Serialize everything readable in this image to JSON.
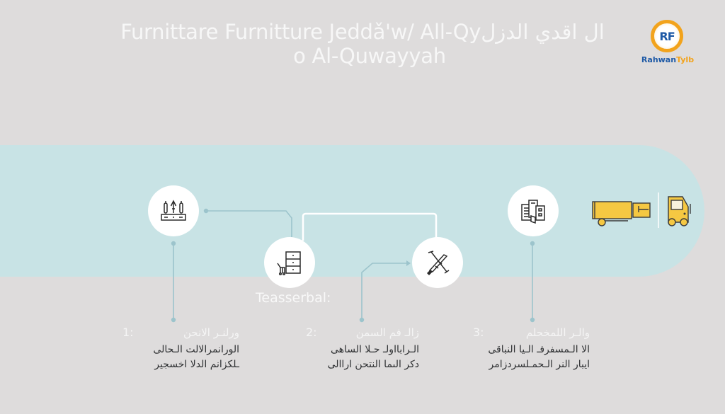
{
  "header": {
    "title_line1": "Furnittare Furnitture Jeddǎ'w/ All-Qyال اقدي الدزل",
    "title_line2": "o Al-Quwayyah"
  },
  "logo": {
    "monogram": "RF",
    "name_part1": "Rahwan",
    "name_part2": "Tylb",
    "ring_color": "#f2a31c",
    "text_color": "#1f5aa6"
  },
  "diagram": {
    "band_color": "#c8e3e5",
    "connector_color": "#9cc4cc",
    "highlight_connector_color": "#ffffff",
    "nodes": [
      {
        "id": "n1",
        "icon": "disassembly-tools-icon"
      },
      {
        "id": "n2",
        "icon": "cabinet-dolly-icon"
      },
      {
        "id": "n3",
        "icon": "crossed-tools-icon"
      },
      {
        "id": "n4",
        "icon": "documents-icon"
      }
    ],
    "vehicles": {
      "icon": "moving-trucks-icon",
      "color": "#f5c842"
    },
    "subtitle": "Teasserbal:"
  },
  "steps": [
    {
      "number": "1:",
      "heading": "ورلنـر الانحن",
      "lines": [
        "الورانمرالالت الـحالى",
        "ـلكزانم الدلا اخسجير"
      ]
    },
    {
      "number": "2:",
      "heading": "زالـ فم السمن",
      "lines": [
        "الـرابااولـ حـلا الساهى",
        "دكر الىما النتحن اراالى"
      ]
    },
    {
      "number": "3:",
      "heading": "والـر اللمخحلم",
      "lines": [
        "الا الـمسفرفـ الـيا النباقى",
        "ايبار النر الـحمـلسردزامر"
      ]
    }
  ]
}
